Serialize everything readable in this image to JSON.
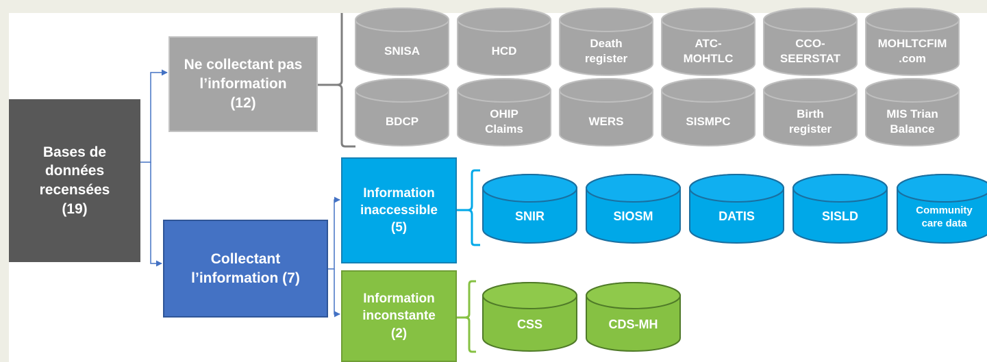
{
  "diagram": {
    "root": "Bases de\ndonnées\nrecensées\n(19)",
    "not_collecting": "Ne collectant pas\nl'information\n(12)",
    "collecting": "Collectant\nl'information (7)",
    "inaccessible": "Information\ninaccessible\n(5)",
    "inconstant": "Information\ninconstante\n(2)",
    "gray_databases": [
      "SNISA",
      "HCD",
      "Death\nregister",
      "ATC-\nMOHTLC",
      "CCO-\nSEERSTAT",
      "MOHLTCFIM\n.com",
      "BDCP",
      "OHIP\nClaims",
      "WERS",
      "SISMPC",
      "Birth\nregister",
      "MIS Trian\nBalance"
    ],
    "blue_databases": [
      "SNIR",
      "SIOSM",
      "DATIS",
      "SISLD",
      "Community\ncare data"
    ],
    "green_databases": [
      "CSS",
      "CDS-MH"
    ]
  },
  "colors": {
    "dark_gray": "#585858",
    "gray": "#a5a5a5",
    "blue": "#4472c4",
    "cyan": "#00a8e8",
    "green": "#86c143",
    "background": "#eeeee5"
  }
}
